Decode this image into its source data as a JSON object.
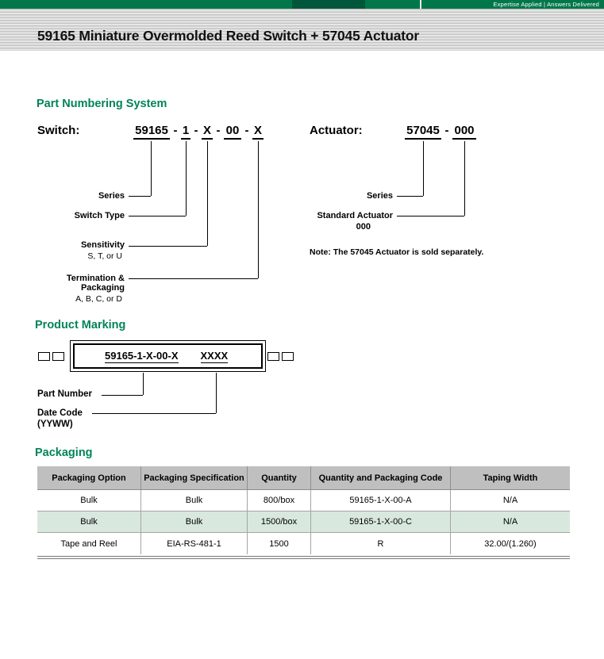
{
  "colors": {
    "brand_green": "#00774B",
    "brand_green_dark": "#00563B",
    "heading_green": "#00845A",
    "header_gray": "#BFBFBF",
    "row_green": "#D8E8DE"
  },
  "top_bar": {
    "tagline": "Expertise Applied | Answers Delivered"
  },
  "title_bar": {
    "title": "59165 Miniature Overmolded Reed Switch + 57045 Actuator"
  },
  "part_numbering": {
    "heading": "Part Numbering System",
    "separator": "-",
    "switch": {
      "label": "Switch:",
      "segments": [
        "59165",
        "1",
        "X",
        "00",
        "X"
      ],
      "callouts": [
        {
          "label": "Series",
          "sub": ""
        },
        {
          "label": "Switch Type",
          "sub": ""
        },
        {
          "label": "Sensitivity",
          "sub": "S, T, or U"
        },
        {
          "label": "Termination & Packaging",
          "sub": "A, B, C, or D"
        }
      ]
    },
    "actuator": {
      "label": "Actuator:",
      "segments": [
        "57045",
        "000"
      ],
      "callouts": [
        {
          "label": "Series",
          "sub": ""
        },
        {
          "label": "Standard Actuator",
          "sub": "000"
        }
      ],
      "note": "Note: The 57045 Actuator is sold separately."
    }
  },
  "product_marking": {
    "heading": "Product Marking",
    "marking_part_number": "59165-1-X-00-X",
    "marking_date_code": "XXXX",
    "callouts": {
      "part_number": "Part Number",
      "date_code": "Date Code",
      "date_code_format": "(YYWW)"
    }
  },
  "packaging": {
    "heading": "Packaging",
    "columns": [
      "Packaging Option",
      "Packaging Specification",
      "Quantity",
      "Quantity and Packaging Code",
      "Taping Width"
    ],
    "rows": [
      [
        "Bulk",
        "Bulk",
        "800/box",
        "59165-1-X-00-A",
        "N/A"
      ],
      [
        "Bulk",
        "Bulk",
        "1500/box",
        "59165-1-X-00-C",
        "N/A"
      ],
      [
        "Tape and Reel",
        "EIA-RS-481-1",
        "1500",
        "R",
        "32.00/(1.260)"
      ]
    ]
  }
}
